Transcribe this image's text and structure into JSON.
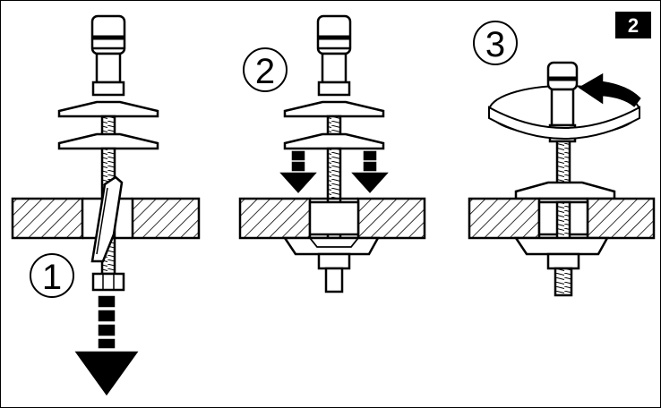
{
  "figure_label": "2",
  "steps": [
    {
      "number": "1"
    },
    {
      "number": "2"
    },
    {
      "number": "3"
    }
  ]
}
